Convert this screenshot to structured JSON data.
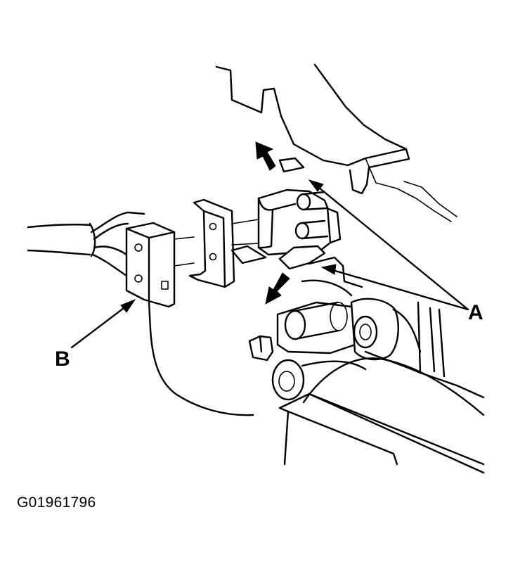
{
  "diagram": {
    "callouts": {
      "a": "A",
      "b": "B"
    },
    "figure_id": "G01961796"
  },
  "icons": [
    "pull-direction-arrow-icon",
    "push-down-arrow-icon"
  ]
}
